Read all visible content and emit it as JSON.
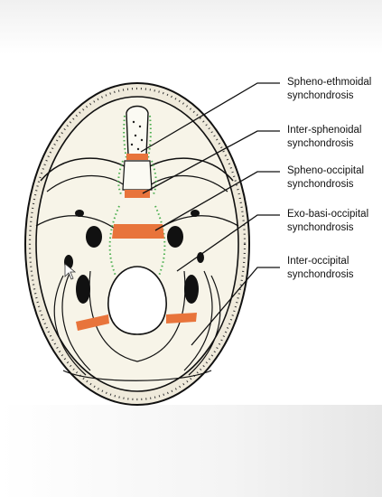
{
  "figure": {
    "labels": [
      {
        "line1": "Spheno-ethmoidal",
        "line2": "synchondrosis"
      },
      {
        "line1": "Inter-sphenoidal",
        "line2": "synchondrosis"
      },
      {
        "line1": "Spheno-occipital",
        "line2": "synchondrosis"
      },
      {
        "line1": "Exo-basi-occipital",
        "line2": "synchondrosis"
      },
      {
        "line1": "Inter-occipital",
        "line2": "synchondrosis"
      }
    ],
    "colors": {
      "synchondrosis": "#e8743b",
      "suture_dots": "#4caf50",
      "bone_fill": "#f7f4e8",
      "outline": "#111111"
    }
  }
}
